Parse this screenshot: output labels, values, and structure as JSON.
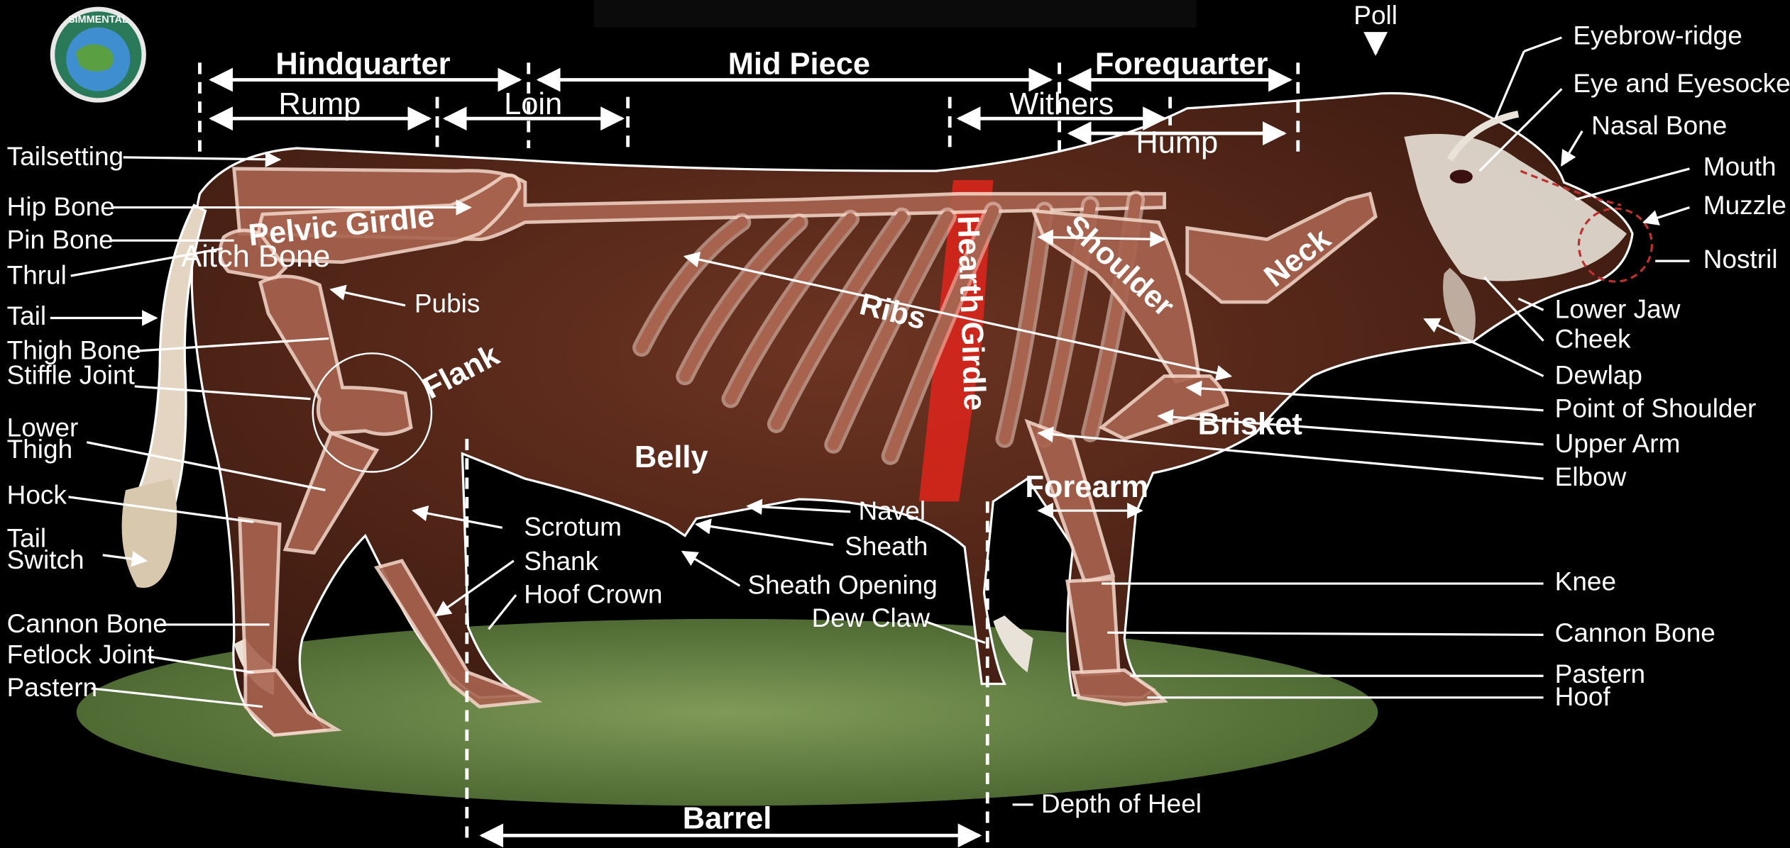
{
  "logo": {
    "text": "SIMMENTAL"
  },
  "sections": {
    "hindquarter": "Hindquarter",
    "mid_piece": "Mid Piece",
    "forequarter": "Forequarter"
  },
  "subsections": {
    "rump": "Rump",
    "loin": "Loin",
    "withers": "Withers",
    "hump": "Hump"
  },
  "labels": {
    "poll": "Poll",
    "eyebrow_ridge": "Eyebrow-ridge",
    "eye_and_eyesocket": "Eye and Eyesocket",
    "nasal_bone": "Nasal Bone",
    "mouth": "Mouth",
    "muzzle": "Muzzle",
    "nostril": "Nostril",
    "lower_jaw": "Lower Jaw",
    "cheek": "Cheek",
    "dewlap": "Dewlap",
    "point_of_shoulder": "Point of Shoulder",
    "upper_arm": "Upper Arm",
    "elbow": "Elbow",
    "knee": "Knee",
    "cannon_bone_front": "Cannon Bone",
    "pastern_front": "Pastern",
    "hoof": "Hoof",
    "tailsetting": "Tailsetting",
    "hip_bone": "Hip Bone",
    "pin_bone": "Pin Bone",
    "thrul": "Thrul",
    "tail": "Tail",
    "thigh_bone": "Thigh Bone",
    "stiffle_joint": "Stiffle Joint",
    "lower_thigh": "Lower\nThigh",
    "hock": "Hock",
    "tail_switch": "Tail\nSwitch",
    "cannon_bone_rear": "Cannon Bone",
    "fetlock_joint": "Fetlock Joint",
    "pastern_rear": "Pastern",
    "pubis": "Pubis",
    "scrotum": "Scrotum",
    "shank": "Shank",
    "hoof_crown": "Hoof Crown",
    "navel": "Navel",
    "sheath": "Sheath",
    "sheath_opening": "Sheath Opening",
    "dew_claw": "Dew Claw",
    "depth_of_heel": "Depth of Heel",
    "barrel": "Barrel"
  },
  "body_labels": {
    "pelvic_girdle": "Pelvic Girdle",
    "flank": "Flank",
    "ribs": "Ribs",
    "hearth_girdle": "Hearth Girdle",
    "shoulder": "Shoulder",
    "neck": "Neck",
    "belly": "Belly",
    "brisket": "Brisket",
    "forearm": "Forearm",
    "aitch_bone": "Aitch Bone"
  },
  "colors": {
    "background": "#000000",
    "hide": "#5a2a1c",
    "bone": "#a8634f",
    "hearth_girdle": "#d8261c",
    "grass": "#6f8a4a",
    "face": "#e9e2d8"
  }
}
